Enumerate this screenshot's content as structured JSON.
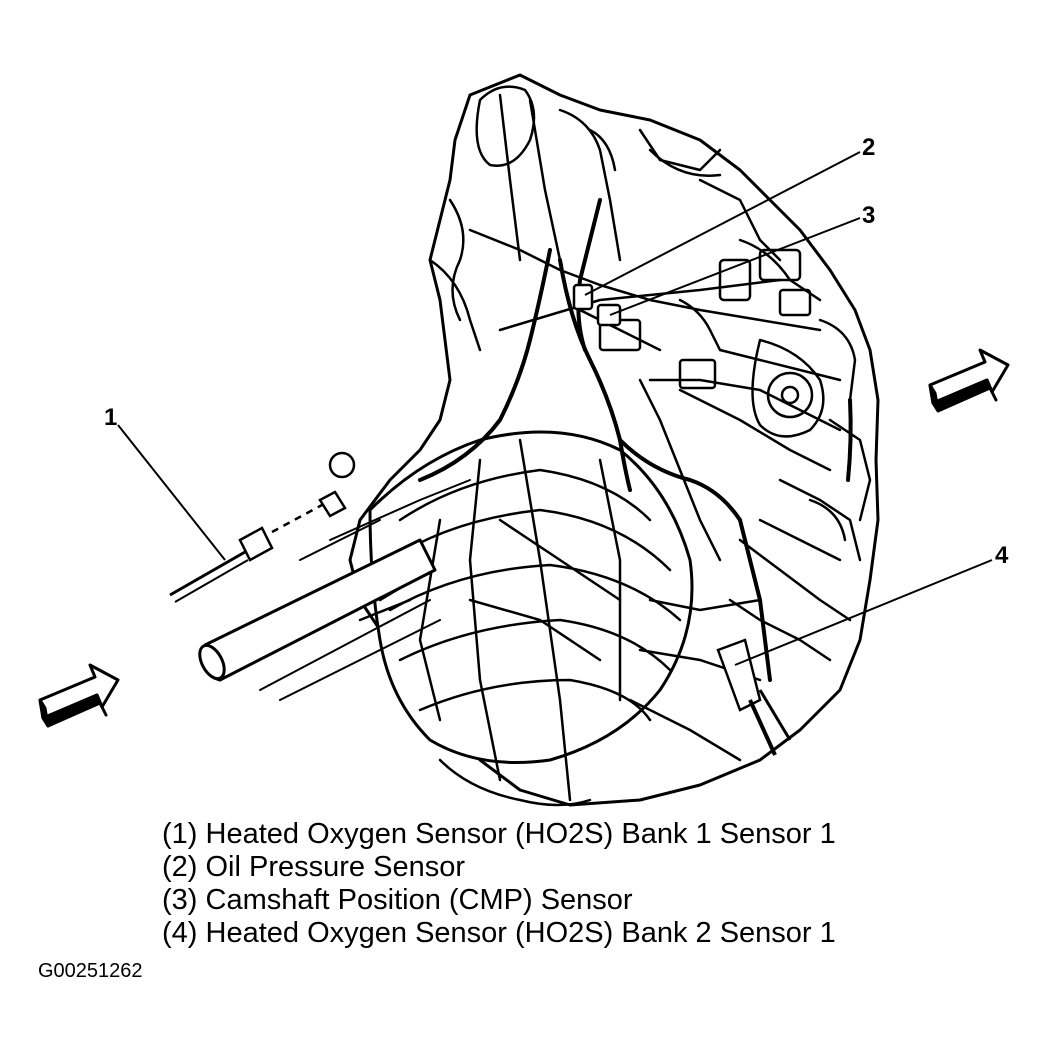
{
  "callouts": [
    {
      "number": "1"
    },
    {
      "number": "2"
    },
    {
      "number": "3"
    },
    {
      "number": "4"
    }
  ],
  "legend": [
    "(1) Heated Oxygen Sensor (HO2S) Bank 1 Sensor 1",
    "(2) Oil Pressure Sensor",
    "(3) Camshaft Position (CMP) Sensor",
    "(4) Heated Oxygen Sensor (HO2S) Bank 2 Sensor 1"
  ],
  "figure_id": "G00251262",
  "colors": {
    "ink": "#000000",
    "paper": "#ffffff",
    "shade": "#c8c8c8"
  }
}
